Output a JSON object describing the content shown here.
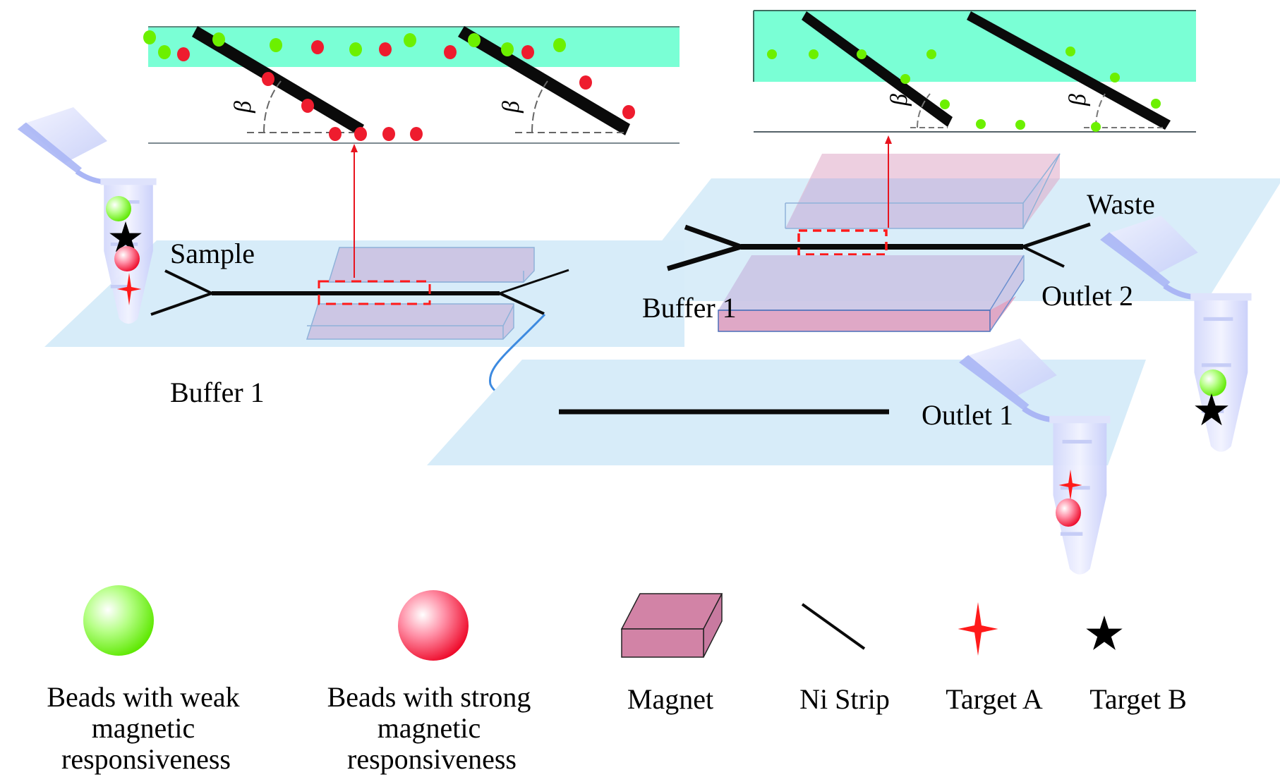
{
  "diagram": {
    "title": "Magnetic bead separation microfluidic device with Ni strips",
    "colors": {
      "channel_fluid": "#7affd5",
      "platform": "#d7ecf9",
      "magnet_top": "#dfa8c6",
      "magnet_overlap": "#cbc5e5",
      "ni_strip": "#0a0a0a",
      "weak_bead": "#6cf000",
      "strong_bead": "#ee1c2e",
      "target_a": "#ff1a1a",
      "target_b": "#000000",
      "zoom_arrow": "#e8141e",
      "tubing": "#3d8ae0"
    },
    "angle_symbol": "β",
    "labels": {
      "sample": "Sample",
      "buffer1_stage1": "Buffer 1",
      "buffer1_stage2": "Buffer 1",
      "waste": "Waste",
      "outlet2": "Outlet 2",
      "outlet1": "Outlet 1"
    },
    "stage1": {
      "description": "First separation: strong magnetic beads deflected along Ni strips",
      "tube_contents": [
        "weak bead",
        "Target B",
        "strong bead",
        "Target A"
      ]
    },
    "stage2": {
      "description": "Second separation: weak magnetic beads deflected along Ni strips",
      "outlet1_tube_contents": [
        "Target A",
        "strong bead"
      ],
      "outlet2_tube_contents": [
        "weak bead",
        "Target B"
      ]
    }
  },
  "legend": {
    "items": [
      {
        "id": "weak-bead",
        "line1": "Beads with weak",
        "line2": "magnetic",
        "line3": "responsiveness"
      },
      {
        "id": "strong-bead",
        "line1": "Beads with strong",
        "line2": "magnetic",
        "line3": "responsiveness"
      },
      {
        "id": "magnet",
        "line1": "Magnet"
      },
      {
        "id": "ni-strip",
        "line1": "Ni Strip"
      },
      {
        "id": "target-a",
        "line1": "Target A"
      },
      {
        "id": "target-b",
        "line1": "Target B"
      }
    ]
  }
}
